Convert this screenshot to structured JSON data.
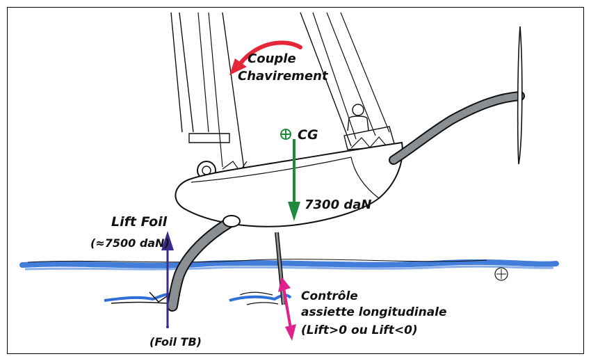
{
  "labels": {
    "couple_line1": "Couple",
    "couple_line2": "Chavirement",
    "cg": "CG",
    "weight": "7300 daN",
    "lift_foil": "Lift Foil",
    "lift_value": "(≈7500 daN)",
    "foil_tb": "(Foil TB)",
    "control_line1": "Contrôle",
    "control_line2": "assiette longitudinale",
    "control_line3": "(Lift>0 ou Lift<0)"
  },
  "colors": {
    "ink": "#111111",
    "heeling_arrow": "#e8263a",
    "weight_arrow": "#1f8a3c",
    "lift_arrow": "#3b2a8c",
    "control_arrow": "#e0208c",
    "water": "#2f6fd6",
    "hull_fill": "#ffffff",
    "foil_gray": "#8a8f94"
  },
  "icons": {
    "cg": "cg-marker-icon",
    "signature": "signature-icon"
  }
}
